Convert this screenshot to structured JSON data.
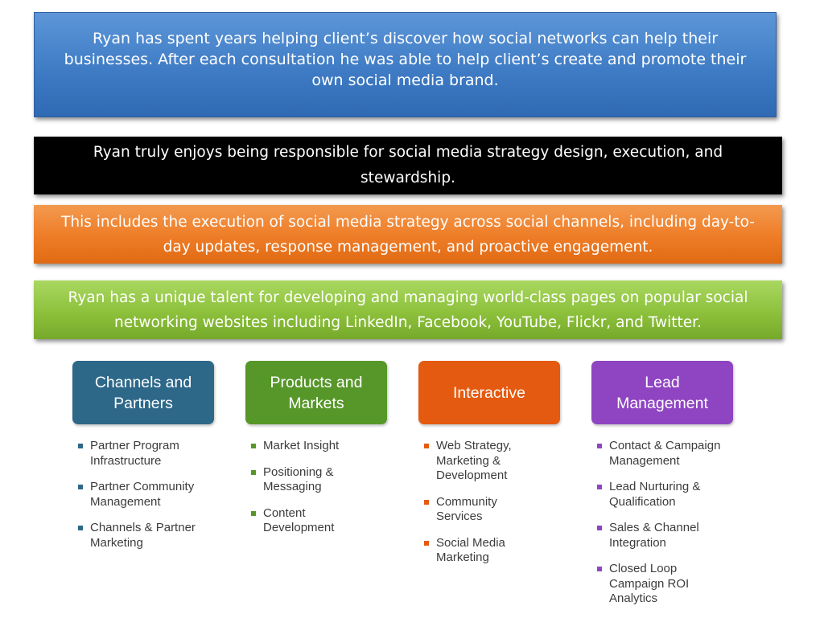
{
  "banners": {
    "intro": "Ryan has spent years helping client’s discover how social networks can help their businesses.  After each consultation he was able to help client’s create and promote their own social media brand.",
    "enjoys": "Ryan  truly enjoys being responsible for social media strategy design, execution, and stewardship.",
    "execution": "This includes the execution of social media strategy across social channels, including day-to-day updates, response management, and proactive engagement.",
    "talent": "Ryan has a unique talent for developing and managing world-class pages on popular social networking websites including LinkedIn, Facebook, YouTube, Flickr, and Twitter."
  },
  "columns": [
    {
      "title": "Channels and Partners",
      "color": "#2d6889",
      "items": [
        "Partner Program Infrastructure",
        "Partner Community Management",
        "Channels & Partner Marketing"
      ]
    },
    {
      "title": "Products and Markets",
      "color": "#57972a",
      "items": [
        "Market Insight",
        "Positioning & Messaging",
        "Content Development"
      ]
    },
    {
      "title": "Interactive",
      "color": "#e45a10",
      "items": [
        "Web Strategy, Marketing & Development",
        "Community Services",
        "Social Media Marketing"
      ]
    },
    {
      "title": "Lead Management",
      "color": "#8f45c2",
      "items": [
        "Contact & Campaign Management",
        "Lead Nurturing & Qualification",
        "Sales & Channel Integration",
        "Closed Loop Campaign ROI Analytics"
      ]
    }
  ]
}
